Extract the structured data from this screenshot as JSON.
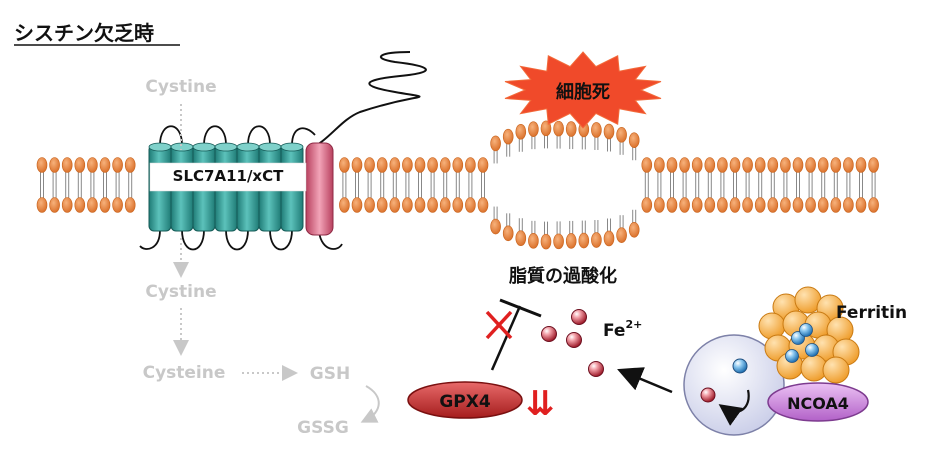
{
  "title": "シスチン欠乏時",
  "labels": {
    "transporter": "SLC7A11/xCT",
    "cell_death": "細胞死",
    "lipid_peroxidation": "脂質の過酸化",
    "iron": "Fe",
    "iron_charge": "2+",
    "ferritin": "Ferritin",
    "ncoa4": "NCOA4",
    "gpx4": "GPX4",
    "gpx4_change": "⇊"
  },
  "pathway": {
    "cystine_outside": "Cystine",
    "cystine_inside": "Cystine",
    "cysteine": "Cysteine",
    "gsh": "GSH",
    "gssg": "GSSG"
  },
  "colors": {
    "lipid_head": "#e8843c",
    "transporter": "#2f9a93",
    "transporter_pink": "#d9607f",
    "gpx4": "#c0392b",
    "ncoa4": "#c77ad8",
    "ferritin": "#f5a623",
    "faded_text": "#c8c8c8",
    "inhibit_cross": "#e02020",
    "down_arrow": "#e02020"
  }
}
